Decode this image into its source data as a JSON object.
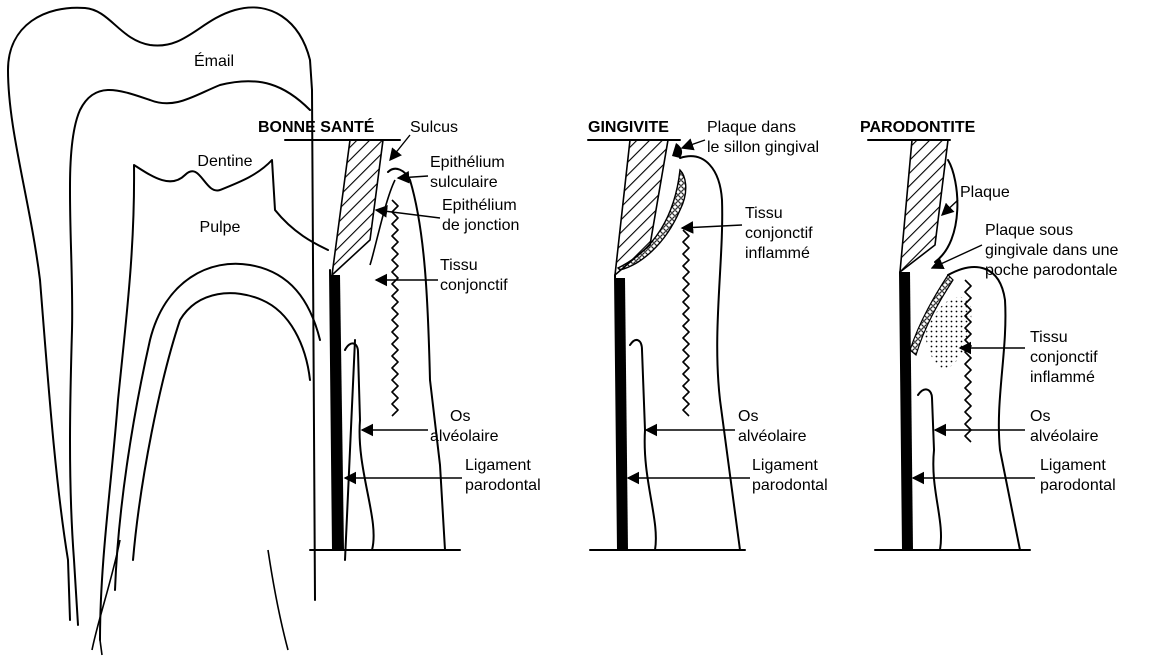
{
  "tooth": {
    "enamel": "Émail",
    "dentin": "Dentine",
    "pulp": "Pulpe"
  },
  "panels": {
    "healthy": {
      "title": "BONNE SANTÉ",
      "sulcus": "Sulcus",
      "sulcular_epithelium": [
        "Epithélium",
        "sulculaire"
      ],
      "junctional_epithelium": [
        "Epithélium",
        "de jonction"
      ],
      "connective_tissue": [
        "Tissu",
        "conjonctif"
      ],
      "alveolar_bone": [
        "Os",
        "alvéolaire"
      ],
      "ligament": [
        "Ligament",
        "parodontal"
      ]
    },
    "gingivitis": {
      "title": "GINGIVITE",
      "plaque_sulcus": [
        "Plaque dans",
        "le sillon gingival"
      ],
      "inflamed_tissue": [
        "Tissu",
        "conjonctif",
        "inflammé"
      ],
      "alveolar_bone": [
        "Os",
        "alvéolaire"
      ],
      "ligament": [
        "Ligament",
        "parodontal"
      ]
    },
    "periodontitis": {
      "title": "PARODONTITE",
      "plaque": "Plaque",
      "subgingival_plaque": [
        "Plaque sous",
        "gingivale dans une",
        "poche parodontale"
      ],
      "inflamed_tissue": [
        "Tissu",
        "conjonctif",
        "inflammé"
      ],
      "alveolar_bone": [
        "Os",
        "alvéolaire"
      ],
      "ligament": [
        "Ligament",
        "parodontal"
      ]
    }
  }
}
